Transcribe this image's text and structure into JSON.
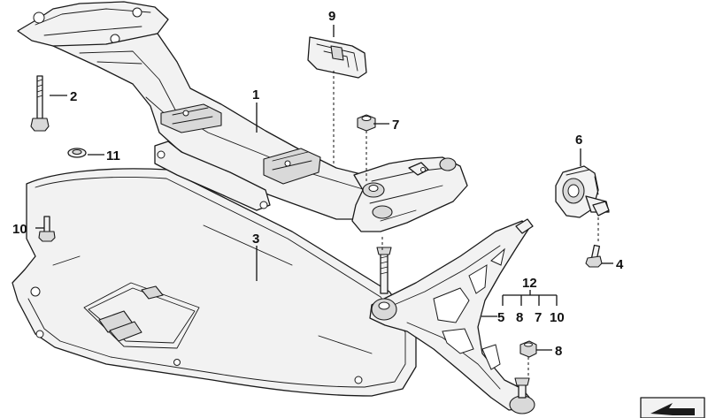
{
  "diagram": {
    "callouts": {
      "c1": "1",
      "c2": "2",
      "c3": "3",
      "c4": "4",
      "c5": "5",
      "c6": "6",
      "c7a": "7",
      "c7b": "7",
      "c8a": "8",
      "c8b": "8",
      "c9": "9",
      "c10a": "10",
      "c10b": "10",
      "c11": "11",
      "c12": "12"
    },
    "parts": [
      "front-axle-carrier",
      "hex-bolt",
      "reinforcement-plate",
      "hex-bolt",
      "wishbone",
      "rubber-mounting",
      "self-locking-nut",
      "self-locking-nut",
      "holder",
      "hex-bolt",
      "washer"
    ]
  }
}
